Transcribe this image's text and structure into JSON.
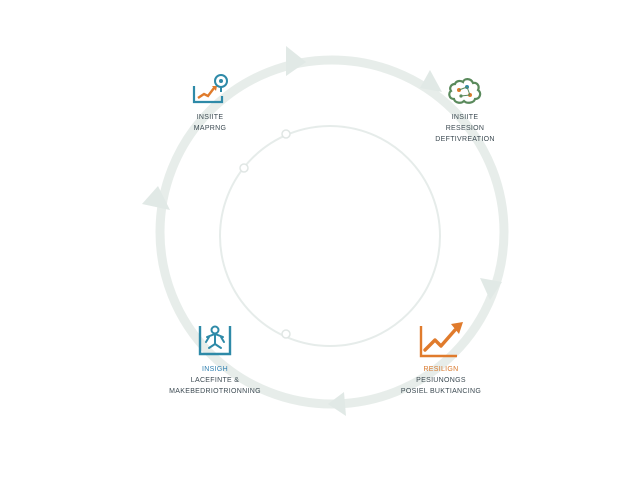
{
  "colors": {
    "ring": "#dfe7e4",
    "inner_ring": "#e3e9e7",
    "orange": "#e07b2c",
    "teal": "#2e8aa8",
    "green": "#5a8a5c"
  },
  "nodes": {
    "top_left": {
      "icon": "growth-chart-icon",
      "line1": "INSIITE",
      "line2": "MAPRNG"
    },
    "top_right": {
      "icon": "brain-network-icon",
      "line1": "INSIITE",
      "line2": "RESESION",
      "line3": "DEFTIVREATION"
    },
    "bottom_left": {
      "icon": "figure-frame-icon",
      "line1": "INSIGH",
      "line2": "LACEFINTE &",
      "line3": "MAKEBEDRIOTRIONNING"
    },
    "bottom_right": {
      "icon": "trending-up-icon",
      "line1": "RESILIGN",
      "line2": "PESIUNONGS",
      "line3": "POSIEL BUKTIANCING"
    }
  }
}
